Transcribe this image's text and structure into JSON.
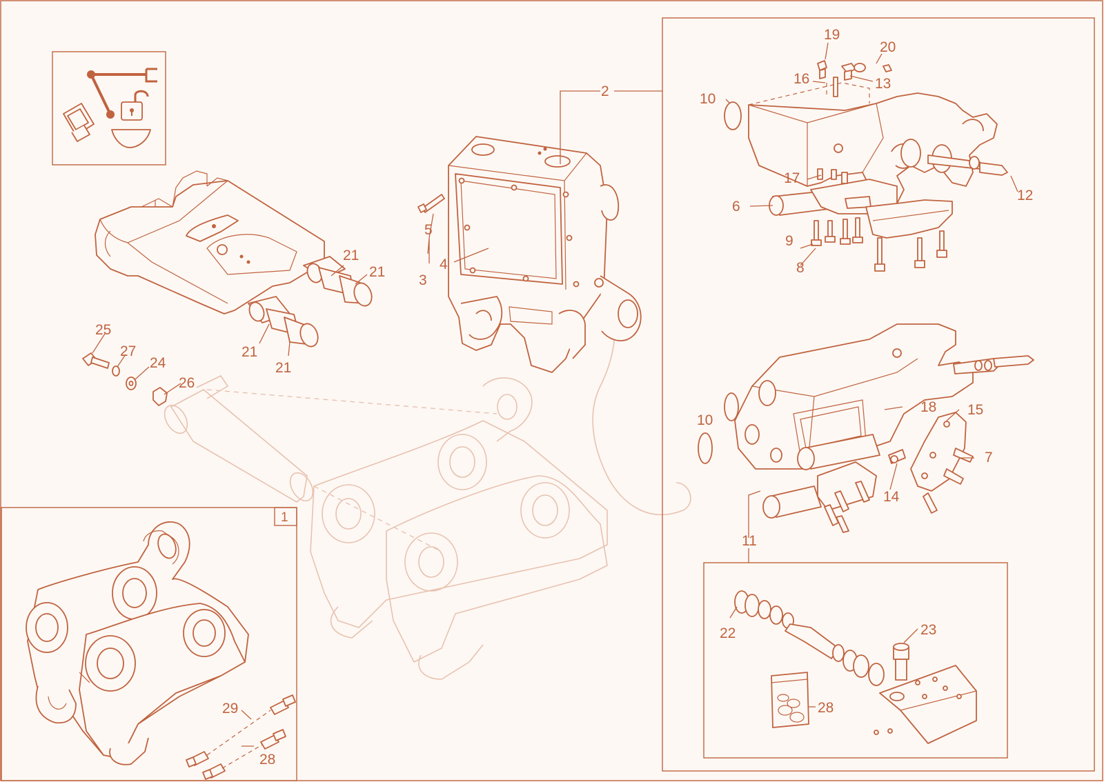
{
  "page": {
    "background": "#fdf8f4",
    "accent": "#c0633f",
    "ghost": "#e8c2b0"
  },
  "icon_box": {
    "icons": [
      "rocker-switch-icon",
      "lock-lever-icon",
      "unlock-padlock-icon",
      "bucket-icon"
    ]
  },
  "insets": {
    "kit_box": {
      "number": "1"
    },
    "valve_box": {}
  },
  "labels": {
    "l1": "1",
    "l2": "2",
    "l3": "3",
    "l4": "4",
    "l5": "5",
    "l6": "6",
    "l7": "7",
    "l8": "8",
    "l9": "9",
    "l10a": "10",
    "l10b": "10",
    "l11": "11",
    "l12": "12",
    "l13": "13",
    "l14": "14",
    "l15": "15",
    "l16": "16",
    "l17": "17",
    "l18": "18",
    "l19": "19",
    "l20": "20",
    "l21a": "21",
    "l21b": "21",
    "l21c": "21",
    "l21d": "21",
    "l22": "22",
    "l23": "23",
    "l24": "24",
    "l25": "25",
    "l26": "26",
    "l27": "27",
    "l28a": "28",
    "l28b": "28",
    "l29": "29"
  }
}
